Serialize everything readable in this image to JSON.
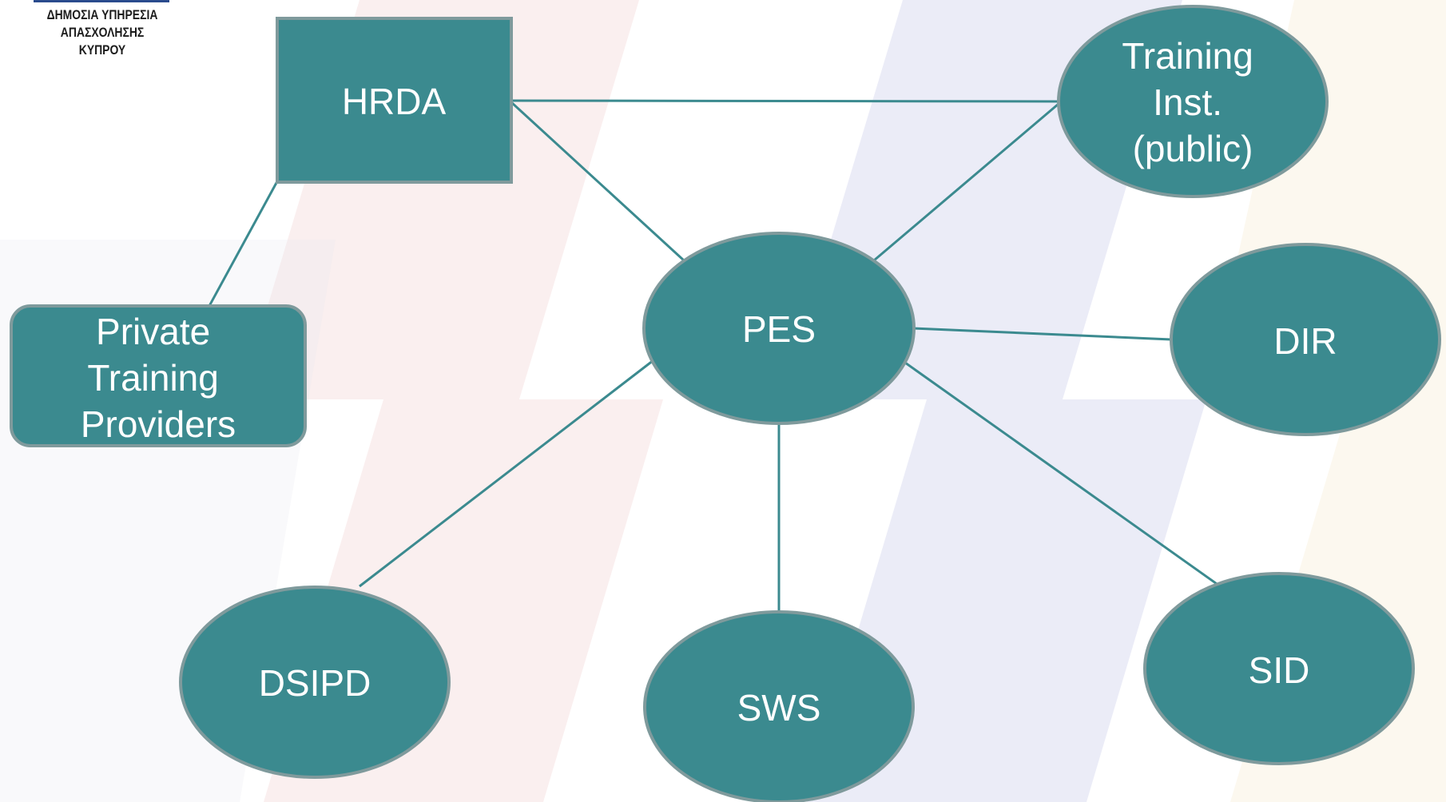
{
  "header": {
    "logo_line1": "ΔΗΜΟΣΙΑ ΥΠΗΡΕΣΙΑ",
    "logo_line2": "ΑΠΑΣΧΟΛΗΣΗΣ ΚΥΠΡΟΥ"
  },
  "colors": {
    "node_fill": "#3b8a8f",
    "node_stroke": "#7f9a9c",
    "edge": "#3b8a8f",
    "text": "#ffffff"
  },
  "nodes": {
    "hrda": {
      "label": "HRDA",
      "shape": "rectangle"
    },
    "private": {
      "lines": [
        "Private",
        "Training",
        "Providers"
      ],
      "shape": "rounded-rectangle"
    },
    "pes": {
      "label": "PES",
      "shape": "ellipse"
    },
    "training": {
      "lines": [
        "Training",
        "Inst.",
        "(public)"
      ],
      "shape": "ellipse"
    },
    "dir": {
      "label": "DIR",
      "shape": "ellipse"
    },
    "dsipd": {
      "label": "DSIPD",
      "shape": "ellipse"
    },
    "sws": {
      "label": "SWS",
      "shape": "ellipse"
    },
    "sid": {
      "label": "SID",
      "shape": "ellipse"
    }
  },
  "edges": [
    [
      "hrda",
      "training"
    ],
    [
      "hrda",
      "pes"
    ],
    [
      "hrda",
      "private"
    ],
    [
      "pes",
      "training"
    ],
    [
      "pes",
      "dir"
    ],
    [
      "pes",
      "dsipd"
    ],
    [
      "pes",
      "sws"
    ],
    [
      "pes",
      "sid"
    ]
  ]
}
